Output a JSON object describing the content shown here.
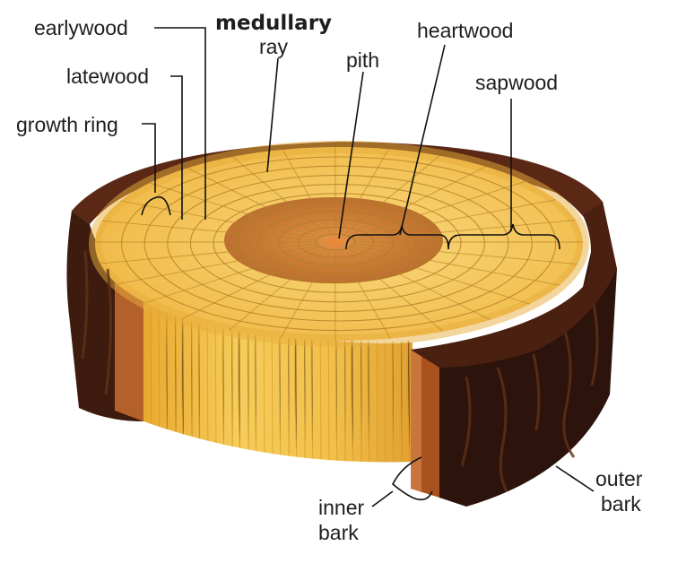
{
  "labels": {
    "earlywood": "earlywood",
    "latewood": "latewood",
    "growth_ring": "growth ring",
    "medullary_line1": "medullary",
    "medullary_line2": "ray",
    "pith": "pith",
    "heartwood": "heartwood",
    "sapwood": "sapwood",
    "inner_bark_line1": "inner",
    "inner_bark_line2": "bark",
    "outer_bark_line1": "outer",
    "outer_bark_line2": "bark"
  },
  "colors": {
    "sapwood": "#f4c35a",
    "heartwood": "#c87d36",
    "pith": "#e8a04a",
    "trunk_side": "#f2bc3e",
    "inner_bark": "#a9521e",
    "outer_bark": "#3a1a10",
    "bark_edge": "#6e3416"
  }
}
